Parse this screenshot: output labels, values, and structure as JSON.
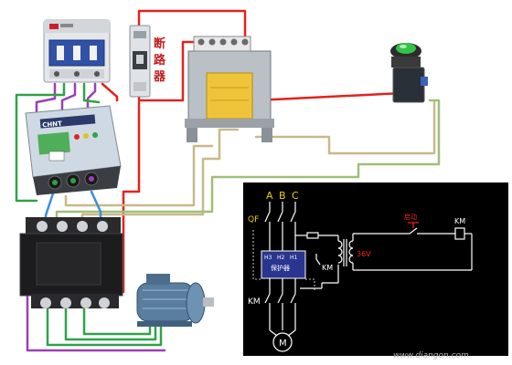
{
  "breaker_label_chars": [
    "断",
    "路",
    "器"
  ],
  "protector_brand": "CHNT",
  "schematic": {
    "phases": [
      "A",
      "B",
      "C"
    ],
    "qf": "QF",
    "km_main": "KM",
    "km_coil_label": "KM",
    "protector_terminals": [
      "H3",
      "H2",
      "H1"
    ],
    "protector_name": "保护器",
    "aux_km": "KM",
    "voltage": "36V",
    "start_label": "启动",
    "motor": "M"
  },
  "watermark": "www.diangon.com",
  "colors": {
    "wire_red": "#e0231e",
    "wire_green": "#2fa24a",
    "wire_purple": "#9b3fb5",
    "wire_blue": "#3a8ee0",
    "wire_tan": "#c8b98a",
    "schematic_bg": "#000000",
    "schematic_line": "#ffffff",
    "schematic_accent": "#ff2020",
    "phase_letter": "#e8d000",
    "protector_box": "#2a3590"
  }
}
